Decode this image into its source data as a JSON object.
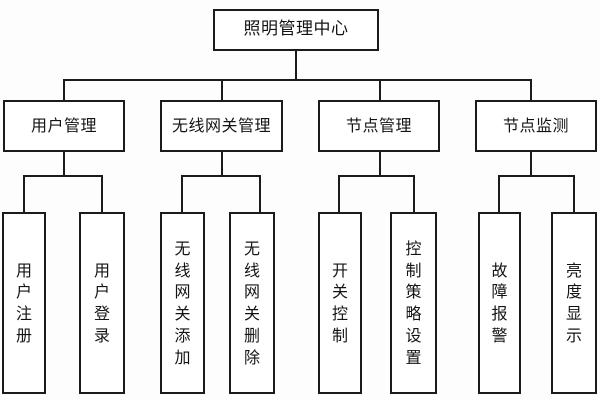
{
  "diagram": {
    "type": "tree-hierarchy",
    "title": "照明管理中心",
    "root": {
      "label": "照明管理中心"
    },
    "branches": [
      {
        "label": "用户管理",
        "children": [
          {
            "label": "用户注册"
          },
          {
            "label": "用户登录"
          }
        ]
      },
      {
        "label": "无线网关管理",
        "children": [
          {
            "label": "无线网关添加"
          },
          {
            "label": "无线网关删除"
          }
        ]
      },
      {
        "label": "节点管理",
        "children": [
          {
            "label": "开关控制"
          },
          {
            "label": "控制策略设置"
          }
        ]
      },
      {
        "label": "节点监测",
        "children": [
          {
            "label": "故障报警"
          },
          {
            "label": "亮度显示"
          }
        ]
      }
    ],
    "colors": {
      "background": "#fdfdfd",
      "box_fill": "#ffffff",
      "box_border": "#1b1b1b",
      "text": "#141414",
      "connector": "#1b1b1b"
    }
  }
}
